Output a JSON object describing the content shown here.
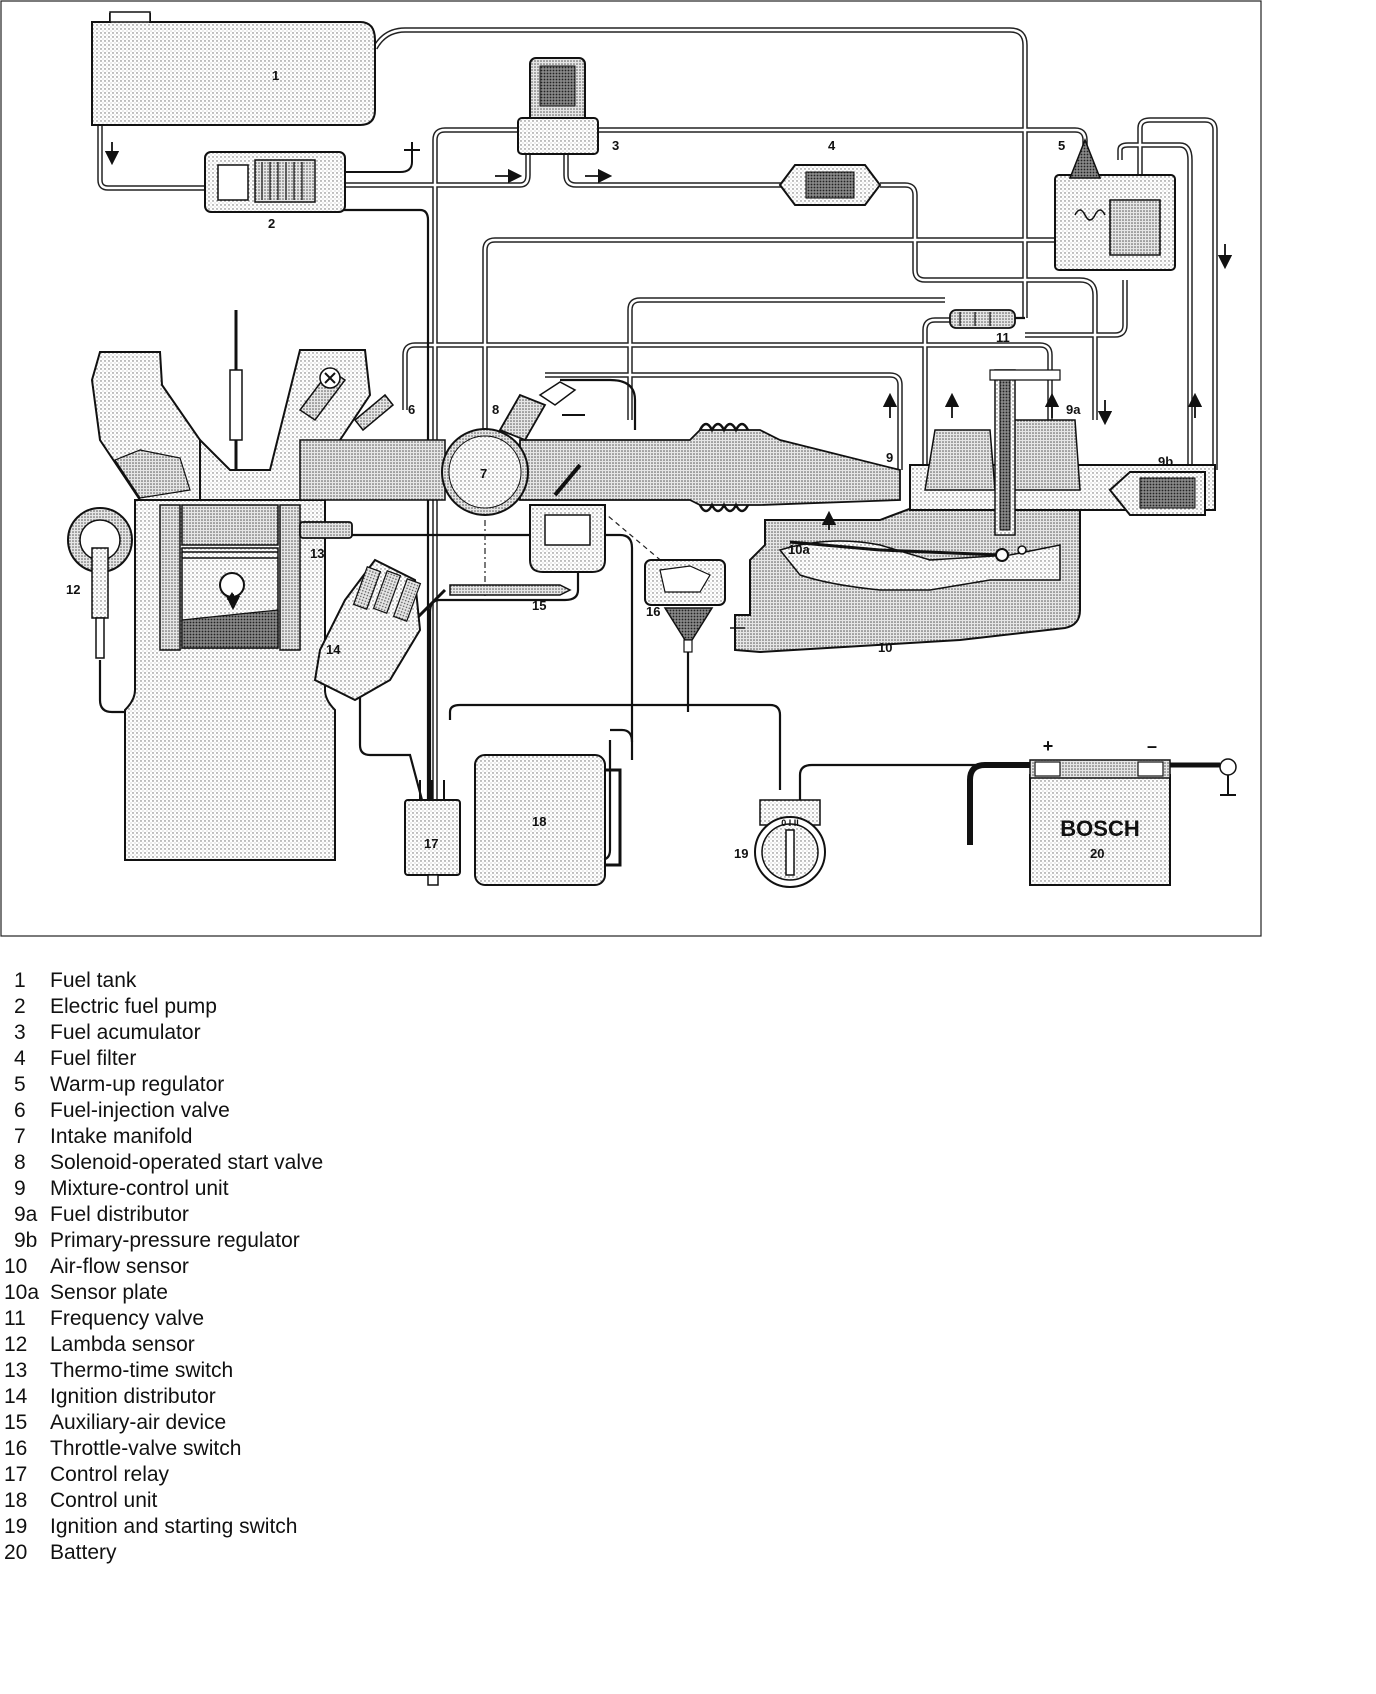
{
  "diagram": {
    "component_numbers": [
      "1",
      "2",
      "3",
      "4",
      "5",
      "6",
      "7",
      "8",
      "9",
      "9a",
      "9b",
      "10",
      "10a",
      "11",
      "12",
      "13",
      "14",
      "15",
      "16",
      "17",
      "18",
      "19",
      "20"
    ],
    "battery_brand": "BOSCH",
    "battery_plus": "+",
    "battery_minus": "–",
    "switch_positions": "0 I II"
  },
  "legend": [
    {
      "num": "1",
      "label": "Fuel tank"
    },
    {
      "num": "2",
      "label": "Electric fuel pump"
    },
    {
      "num": "3",
      "label": "Fuel acumulator"
    },
    {
      "num": "4",
      "label": "Fuel filter"
    },
    {
      "num": "5",
      "label": "Warm-up regulator"
    },
    {
      "num": "6",
      "label": "Fuel-injection valve"
    },
    {
      "num": "7",
      "label": "Intake manifold"
    },
    {
      "num": "8",
      "label": "Solenoid-operated start valve"
    },
    {
      "num": "9",
      "label": "Mixture-control unit"
    },
    {
      "num": "9a",
      "label": "Fuel distributor"
    },
    {
      "num": "9b",
      "label": "Primary-pressure regulator"
    },
    {
      "num": "10",
      "label": "Air-flow sensor"
    },
    {
      "num": "10a",
      "label": "Sensor plate"
    },
    {
      "num": "11",
      "label": "Frequency valve"
    },
    {
      "num": "12",
      "label": "Lambda sensor"
    },
    {
      "num": "13",
      "label": "Thermo-time switch"
    },
    {
      "num": "14",
      "label": "Ignition distributor"
    },
    {
      "num": "15",
      "label": "Auxiliary-air device"
    },
    {
      "num": "16",
      "label": "Throttle-valve switch"
    },
    {
      "num": "17",
      "label": "Control relay"
    },
    {
      "num": "18",
      "label": "Control unit"
    },
    {
      "num": "19",
      "label": "Ignition and starting switch"
    },
    {
      "num": "20",
      "label": "Battery"
    }
  ]
}
